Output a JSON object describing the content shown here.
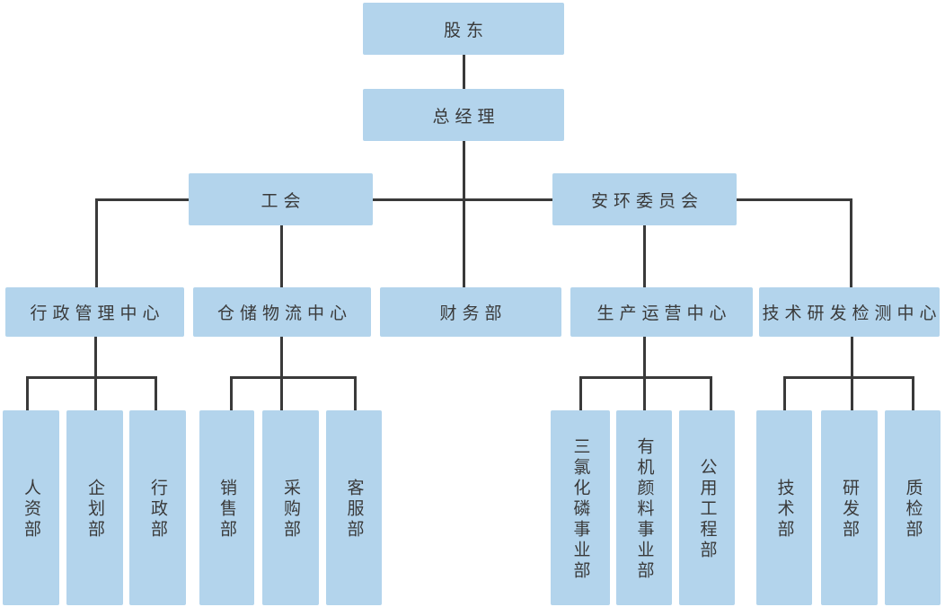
{
  "diagram": {
    "type": "org-chart",
    "background_color": "#ffffff",
    "box_fill_color": "#b3d4ec",
    "connector_color": "#3a3a3a",
    "text_color": "#3a3a3a",
    "nodes": {
      "shareholders": "股东",
      "general_manager": "总经理",
      "labor_union": "工会",
      "safety_env_committee": "安环委员会",
      "admin_mgmt_center": "行政管理中心",
      "warehouse_logistics_center": "仓储物流中心",
      "finance_dept": "财务部",
      "production_ops_center": "生产运营中心",
      "tech_rd_testing_center": "技术研发检测中心",
      "hr_dept": "人资部",
      "planning_dept": "企划部",
      "admin_dept": "行政部",
      "sales_dept": "销售部",
      "procurement_dept": "采购部",
      "customer_service_dept": "客服部",
      "pcl3_division": "三氯化磷事业部",
      "organic_pigment_division": "有机颜料事业部",
      "utilities_engineering_dept": "公用工程部",
      "technology_dept": "技术部",
      "rd_dept": "研发部",
      "quality_inspection_dept": "质检部"
    },
    "edges": [
      {
        "from": "shareholders",
        "to": [
          "general_manager"
        ]
      },
      {
        "from": "general_manager",
        "to": [
          "labor_union",
          "safety_env_committee",
          "admin_mgmt_center",
          "finance_dept",
          "tech_rd_testing_center"
        ]
      },
      {
        "from": "labor_union",
        "to": [
          "warehouse_logistics_center"
        ]
      },
      {
        "from": "safety_env_committee",
        "to": [
          "production_ops_center"
        ]
      },
      {
        "from": "admin_mgmt_center",
        "to": [
          "hr_dept",
          "planning_dept",
          "admin_dept"
        ]
      },
      {
        "from": "warehouse_logistics_center",
        "to": [
          "sales_dept",
          "procurement_dept",
          "customer_service_dept"
        ]
      },
      {
        "from": "production_ops_center",
        "to": [
          "pcl3_division",
          "organic_pigment_division",
          "utilities_engineering_dept"
        ]
      },
      {
        "from": "tech_rd_testing_center",
        "to": [
          "technology_dept",
          "rd_dept",
          "quality_inspection_dept"
        ]
      }
    ]
  }
}
